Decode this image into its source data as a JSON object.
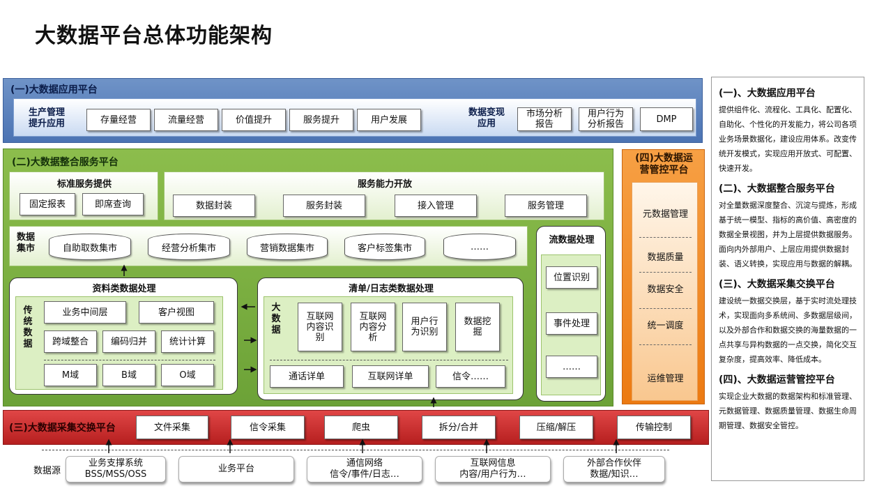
{
  "title": "大数据平台总体功能架构",
  "sec1": {
    "title": "(一)大数据应用平台",
    "group1_label": "生产管理\n提升应用",
    "group1_items": [
      "存量经营",
      "流量经营",
      "价值提升",
      "服务提升",
      "用户发展"
    ],
    "group2_label": "数据变现\n应用",
    "group2_items": [
      "市场分析\n报告",
      "用户行为\n分析报告",
      "DMP"
    ]
  },
  "sec2": {
    "title": "(二)大数据整合服务平台",
    "std_title": "标准服务提供",
    "std_items": [
      "固定报表",
      "即席查询"
    ],
    "open_title": "服务能力开放",
    "open_items": [
      "数据封装",
      "服务封装",
      "接入管理",
      "服务管理"
    ],
    "mart_label": "数据\n集市",
    "mart_items": [
      "自助取数集市",
      "经营分析集市",
      "营销数据集市",
      "客户标签集市",
      "……"
    ],
    "stream_title": "流数据处理",
    "stream_items": [
      "位置识别",
      "事件处理",
      "……"
    ],
    "doc_title": "资料类数据处理",
    "doc_side": "传\n统\n数\n据",
    "doc_row1": [
      "业务中间层",
      "客户视图"
    ],
    "doc_row2": [
      "跨域整合",
      "编码归并",
      "统计计算"
    ],
    "doc_row3": [
      "M域",
      "B域",
      "O域"
    ],
    "log_title": "清单/日志类数据处理",
    "log_side": "大\n数\n据",
    "log_row1": [
      "互联网\n内容识\n别",
      "互联网\n内容分\n析",
      "用户行\n为识别",
      "数据挖\n掘"
    ],
    "log_row2": [
      "通话详单",
      "互联网详单",
      "信令……"
    ]
  },
  "sec4": {
    "title": "(四)大数据运\n营管控平台",
    "items": [
      "元数据管理",
      "数据质量",
      "数据安全",
      "统一调度",
      "运维管理"
    ]
  },
  "sec3": {
    "title": "(三)大数据采集交换平台",
    "items": [
      "文件采集",
      "信令采集",
      "爬虫",
      "拆分/合并",
      "压缩/解压",
      "传输控制"
    ]
  },
  "sources": {
    "label": "数据源",
    "items": [
      "业务支撑系统\nBSS/MSS/OSS",
      "业务平台",
      "通信网络\n信令/事件/日志…",
      "互联网信息\n内容/用户行为…",
      "外部合作伙伴\n数据/知识…"
    ]
  },
  "notes": [
    {
      "heading": "(一)、大数据应用平台",
      "text": "提供组件化、流程化、工具化、配置化、自助化、个性化的开发能力，将公司各项业务场景数据化，建设应用体系。改变传统开发模式，实现应用开放式、可配置、快速开发。"
    },
    {
      "heading": "(二)、大数据整合服务平台",
      "text": "对全量数据深度整合、沉淀与提炼，形成基于统一模型、指标的高价值、高密度的数据全景视图，并为上层提供数据服务。面向内外部用户、上层应用提供数据封装、语义转换，实现应用与数据的解耦。"
    },
    {
      "heading": "(三)、大数据采集交换平台",
      "text": "建设统一数据交换层，基于实时流处理技术，实现面向多系统间、多数据层级间，以及外部合作和数据交换的海量数据的一点共享与异构数据的一点交换，简化交互复杂度，提高效率、降低成本。"
    },
    {
      "heading": "(四)、大数据运营管控平台",
      "text": "实现企业大数据的数据架构和标准管理、元数据管理、数据质量管理、数据生命周期管理、数据安全管控。"
    }
  ]
}
